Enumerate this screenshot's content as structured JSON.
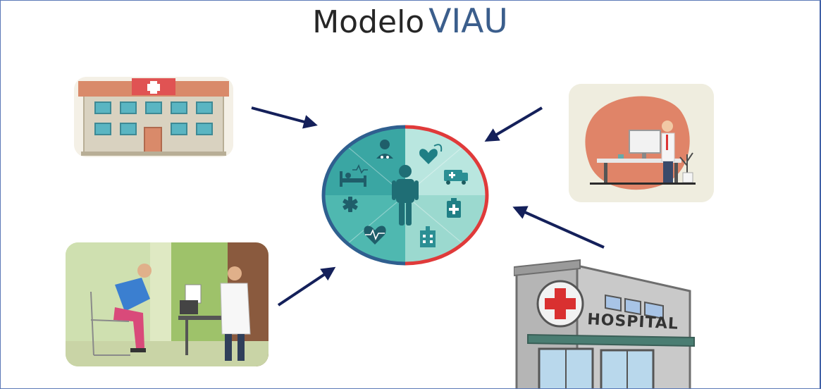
{
  "title": {
    "main": "Modelo",
    "accent": "VIAU"
  },
  "nodes": {
    "hospital_right_label": "HOSPITAL"
  },
  "colors": {
    "arrow": "#14205a",
    "teal": "#4bbfb6",
    "teal_dark": "#2f8f8c",
    "ring_left": "#2f5f8f",
    "ring_right": "#d93a3a",
    "accent_title": "#3b5e8c"
  },
  "icons": {
    "hub_center": "patient-icon",
    "hub_items": [
      "doctor-icon",
      "heart-pulse-icon",
      "ambulance-icon",
      "medical-kit-icon",
      "building-icon",
      "heart-rate-icon",
      "star-of-life-icon",
      "hospital-bed-icon"
    ]
  }
}
